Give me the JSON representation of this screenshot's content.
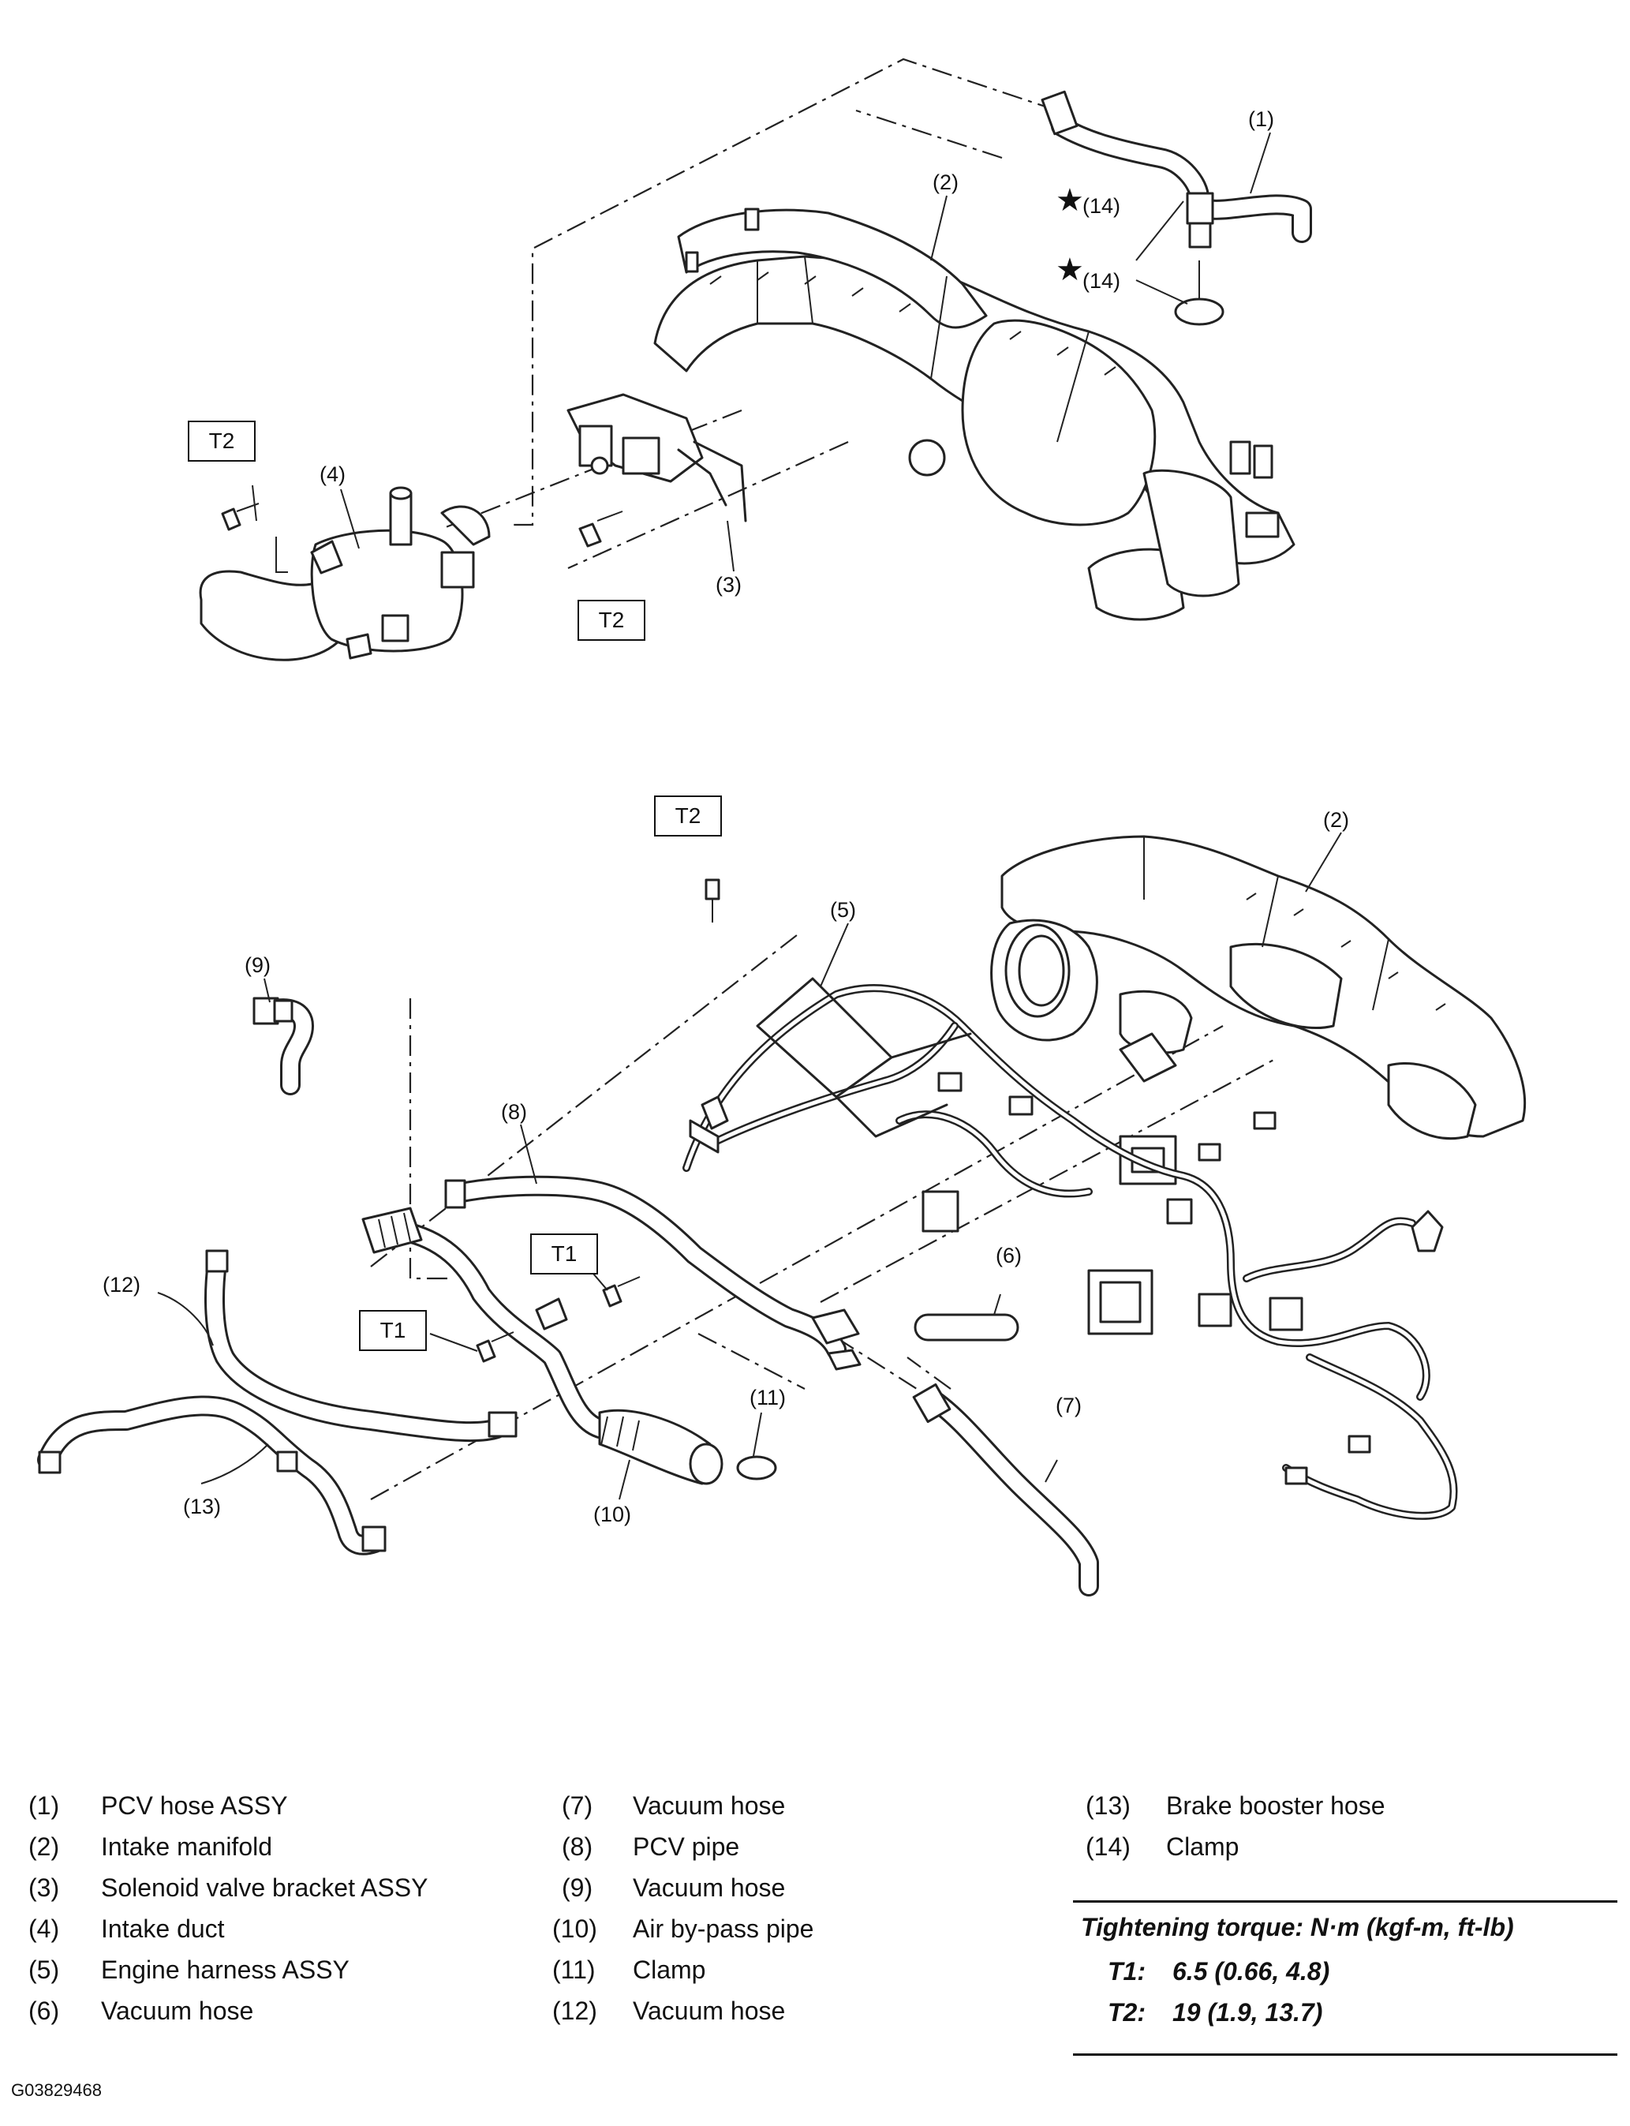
{
  "callouts": {
    "c1": "(1)",
    "c2a": "(2)",
    "c3": "(3)",
    "c4": "(4)",
    "c14a": "(14)",
    "c14b": "(14)",
    "c2b": "(2)",
    "c5": "(5)",
    "c6": "(6)",
    "c7": "(7)",
    "c8": "(8)",
    "c9": "(9)",
    "c10": "(10)",
    "c11": "(11)",
    "c12": "(12)",
    "c13": "(13)"
  },
  "torque_boxes": {
    "t2_top_left": "T2",
    "t2_top_mid": "T2",
    "t2_bottom": "T2",
    "t1_right": "T1",
    "t1_left": "T1"
  },
  "star_symbol": "★",
  "legend": [
    {
      "num": "(1)",
      "text": "PCV hose ASSY"
    },
    {
      "num": "(2)",
      "text": "Intake manifold"
    },
    {
      "num": "(3)",
      "text": "Solenoid valve bracket ASSY"
    },
    {
      "num": "(4)",
      "text": "Intake duct"
    },
    {
      "num": "(5)",
      "text": "Engine harness ASSY"
    },
    {
      "num": "(6)",
      "text": "Vacuum hose"
    },
    {
      "num": "(7)",
      "text": "Vacuum hose"
    },
    {
      "num": "(8)",
      "text": "PCV pipe"
    },
    {
      "num": "(9)",
      "text": "Vacuum hose"
    },
    {
      "num": "(10)",
      "text": "Air by-pass pipe"
    },
    {
      "num": "(11)",
      "text": "Clamp"
    },
    {
      "num": "(12)",
      "text": "Vacuum hose"
    },
    {
      "num": "(13)",
      "text": "Brake booster hose"
    },
    {
      "num": "(14)",
      "text": "Clamp"
    }
  ],
  "torque": {
    "heading": "Tightening torque: N·m (kgf-m, ft-lb)",
    "rows": [
      {
        "label": "T1:",
        "value": "6.5 (0.66, 4.8)"
      },
      {
        "label": "T2:",
        "value": "19 (1.9, 13.7)"
      }
    ]
  },
  "figure_id": "G03829468"
}
